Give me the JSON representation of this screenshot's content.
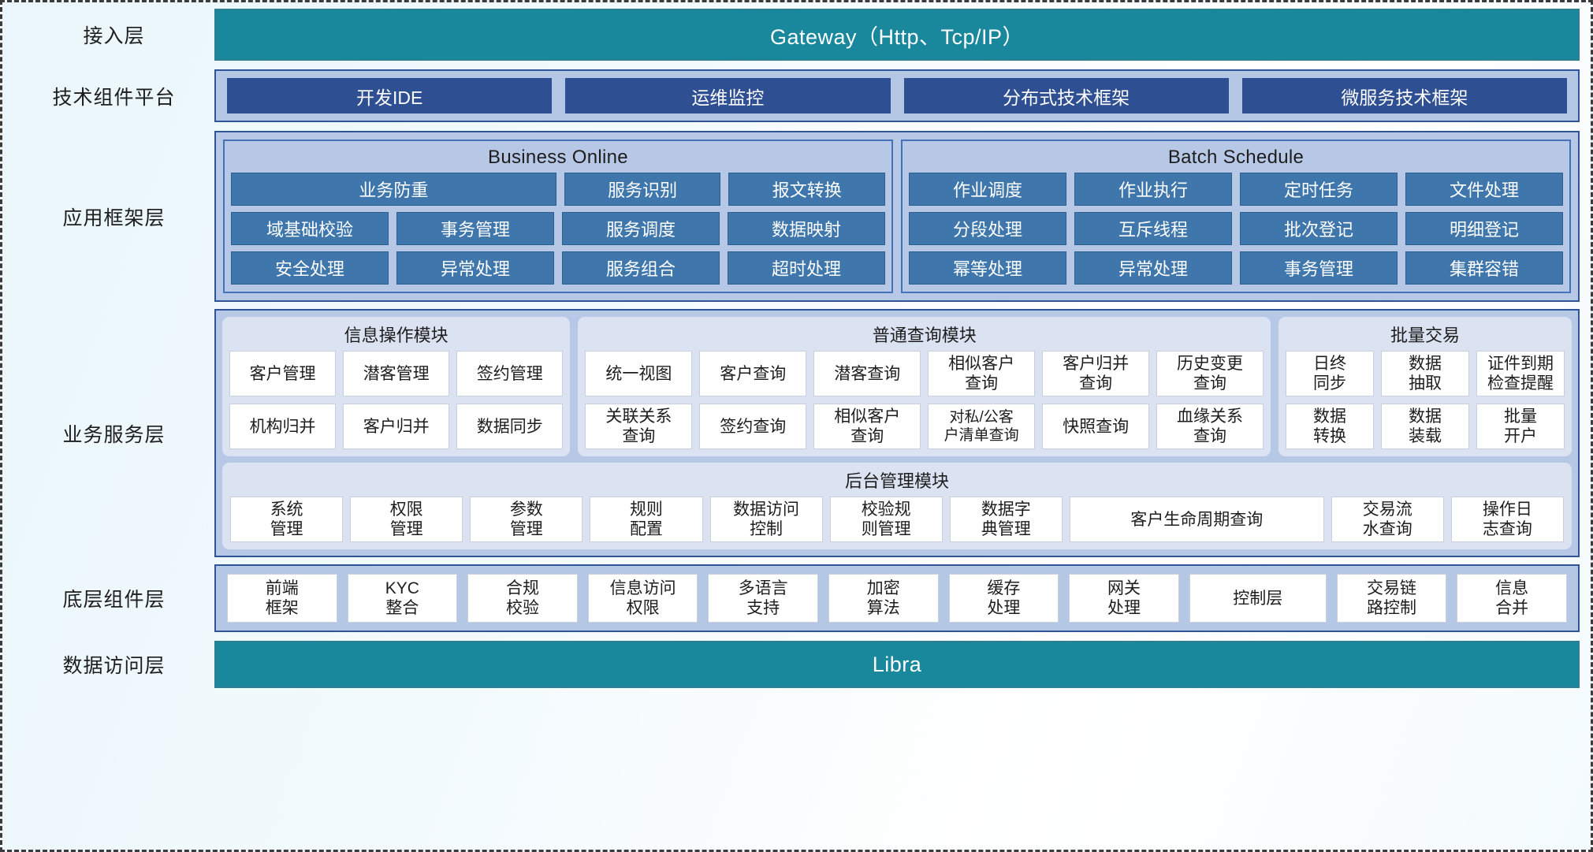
{
  "layers": {
    "access": "接入层",
    "tech": "技术组件平台",
    "appframework": "应用框架层",
    "bizservice": "业务服务层",
    "basecomponent": "底层组件层",
    "dataaccess": "数据访问层"
  },
  "gateway": {
    "label": "Gateway（Http、Tcp/IP）"
  },
  "libra": {
    "label": "Libra"
  },
  "tech_platform": {
    "items": [
      "开发IDE",
      "运维监控",
      "分布式技术框架",
      "微服务技术框架"
    ]
  },
  "app_framework": {
    "business_online": {
      "title": "Business Online",
      "rows": [
        [
          "业务防重",
          "服务识别",
          "报文转换"
        ],
        [
          "域基础校验",
          "事务管理",
          "服务调度",
          "数据映射"
        ],
        [
          "安全处理",
          "异常处理",
          "服务组合",
          "超时处理"
        ]
      ]
    },
    "batch_schedule": {
      "title": "Batch Schedule",
      "rows": [
        [
          "作业调度",
          "作业执行",
          "定时任务",
          "文件处理"
        ],
        [
          "分段处理",
          "互斥线程",
          "批次登记",
          "明细登记"
        ],
        [
          "幂等处理",
          "异常处理",
          "事务管理",
          "集群容错"
        ]
      ]
    }
  },
  "biz_service": {
    "info_module": {
      "title": "信息操作模块",
      "rows": [
        [
          "客户管理",
          "潜客管理",
          "签约管理"
        ],
        [
          "机构归并",
          "客户归并",
          "数据同步"
        ]
      ]
    },
    "query_module": {
      "title": "普通查询模块",
      "rows": [
        [
          "统一视图",
          "客户查询",
          "潜客查询",
          "相似客户\n查询",
          "客户归并\n查询",
          "历史变更\n查询"
        ],
        [
          "关联关系\n查询",
          "签约查询",
          "相似客户\n查询",
          "对私/公客\n户清单查询",
          "快照查询",
          "血缘关系\n查询"
        ]
      ]
    },
    "batch_module": {
      "title": "批量交易",
      "rows": [
        [
          "日终\n同步",
          "数据\n抽取",
          "证件到期\n检查提醒"
        ],
        [
          "数据\n转换",
          "数据\n装载",
          "批量\n开户"
        ]
      ]
    },
    "admin_module": {
      "title": "后台管理模块",
      "items": [
        "系统\n管理",
        "权限\n管理",
        "参数\n管理",
        "规则\n配置",
        "数据访问\n控制",
        "校验规\n则管理",
        "数据字\n典管理",
        "客户生命周期查询",
        "交易流\n水查询",
        "操作日\n志查询"
      ]
    }
  },
  "base_components": {
    "items": [
      "前端\n框架",
      "KYC\n整合",
      "合规\n校验",
      "信息访问\n权限",
      "多语言\n支持",
      "加密\n算法",
      "缓存\n处理",
      "网关\n处理",
      "控制层",
      "交易链\n路控制",
      "信息\n合并"
    ]
  },
  "colors": {
    "teal": "#19879c",
    "band": "#b4c7e4",
    "dark_chip": "#2f4f93",
    "mid_chip": "#3f77ad",
    "panel_border": "#2f5597",
    "group_bg": "#dbe3f2"
  }
}
